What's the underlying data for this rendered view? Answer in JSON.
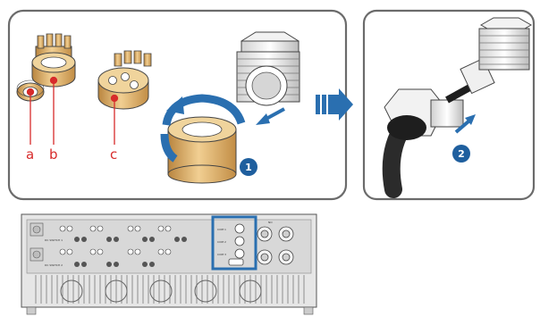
{
  "labels": {
    "a": "a",
    "b": "b",
    "c": "c"
  },
  "steps": {
    "one": "1",
    "two": "2"
  },
  "colors": {
    "accent_blue": "#2a6fb0",
    "label_red": "#d72b2b",
    "brass": "#d8a860",
    "brass_dark": "#b9853f",
    "panel_stroke": "#6b6b6b",
    "device_body": "#e6e6e6"
  },
  "device": {
    "panel_labels": [
      "DC SWITCH 1",
      "DC SWITCH 2",
      "COM 1",
      "COM 2",
      "COM 3",
      "NO"
    ]
  },
  "icons": [
    "arrow-right-icon",
    "arrow-insert-icon",
    "cable-gland-icon"
  ]
}
